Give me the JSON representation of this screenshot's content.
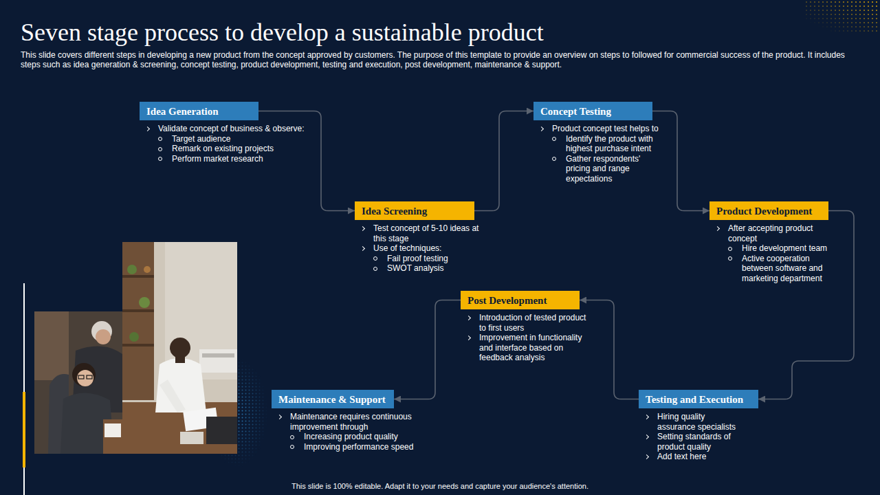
{
  "diagram": {
    "title": "Seven stage process to develop a sustainable product",
    "nodes": [
      {
        "text": [
          "Idea Generation",
          "Validate concept of business & observe:",
          "Target audience",
          "Remark on existing projects",
          "Perform market research"
        ]
      },
      {
        "text": [
          "Idea Screening",
          "Test concept of 5-10 ideas at this stage",
          "Use of techniques:",
          "Fail proof testing",
          "SWOT analysis"
        ]
      },
      {
        "text": [
          "Concept Testing",
          "Product concept test helps to",
          "Identify the product with highest purchase intent",
          "Gather respondents' pricing and range expectations"
        ]
      },
      {
        "text": [
          "Product Development",
          "After accepting product concept",
          "Hire development team",
          "Active cooperation between software and marketing department"
        ]
      },
      {
        "text": [
          "Testing and Execution",
          "Hiring quality assurance specialists",
          "Setting standards of product quality",
          "Add text here"
        ]
      },
      {
        "text": [
          "Post Development",
          "Introduction of tested product to first users",
          "Improvement in functionality and interface based on feedback analysis"
        ]
      },
      {
        "text": [
          "Maintenance & Support",
          "Maintenance requires continuous improvement through",
          "Increasing product quality",
          "Improving performance speed"
        ]
      }
    ],
    "edges": [
      {
        "from": 0,
        "to": 1,
        "arrow": "to"
      },
      {
        "from": 1,
        "to": 2,
        "arrow": "to"
      },
      {
        "from": 2,
        "to": 3,
        "arrow": "to"
      },
      {
        "from": 3,
        "to": 4,
        "arrow": "to"
      },
      {
        "from": 4,
        "to": 5,
        "arrow": "to"
      },
      {
        "from": 5,
        "to": 6,
        "arrow": "to"
      }
    ],
    "labels": [
      "This slide covers different steps in developing a new product from the concept approved by customers. The purpose of this template to provide an overview on steps to followed for commercial success of the product. It includes steps such as idea generation & screening, concept testing, product development, testing and execution, post development, maintenance & support.",
      "This slide is 100% editable. Adapt it to your needs and capture your audience's attention."
    ]
  }
}
